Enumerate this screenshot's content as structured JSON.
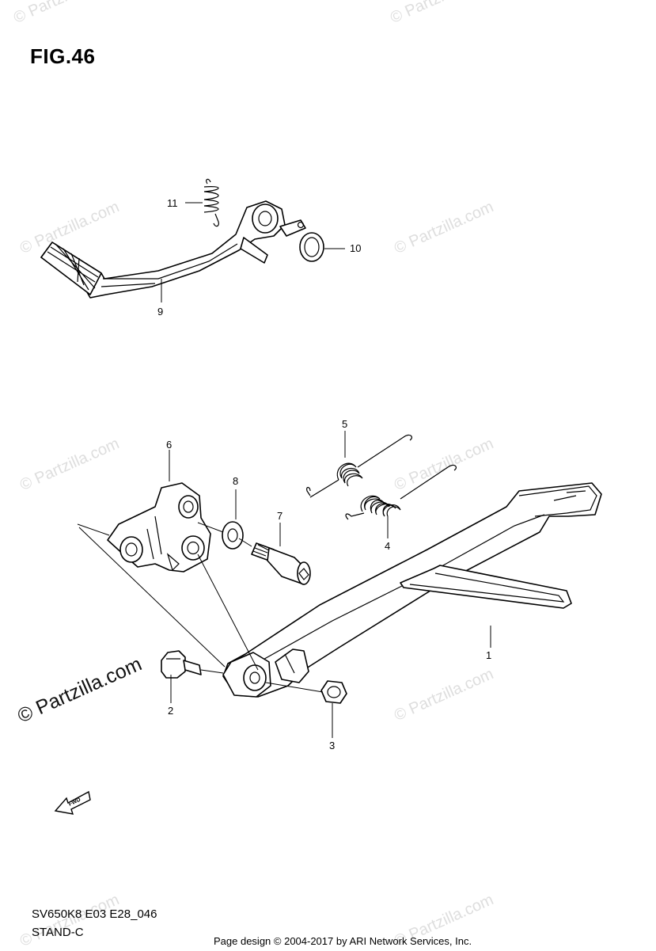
{
  "figure": {
    "title": "FIG.46"
  },
  "diagram_code": "SV650K8 E03 E28_046",
  "diagram_name": "STAND-C",
  "footer": "Page design © 2004-2017 by ARI Network Services, Inc.",
  "watermark": {
    "text": "© Partzilla.com",
    "strong_text": "© Partzilla.com"
  },
  "fwd_label": "FWD",
  "callouts": {
    "p1": "1",
    "p2": "2",
    "p3": "3",
    "p4": "4",
    "p5": "5",
    "p6": "6",
    "p7": "7",
    "p8": "8",
    "p9": "9",
    "p10": "10",
    "p11": "11"
  }
}
